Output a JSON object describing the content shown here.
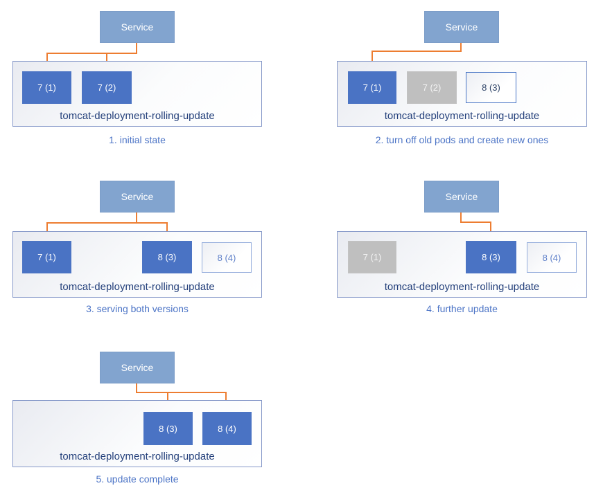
{
  "diagram": {
    "title": "tomcat deployment rolling update stages",
    "service_label": "Service",
    "deployment_label": "tomcat-deployment-rolling-update",
    "colors": {
      "service_fill": "#82A4CF",
      "pod_active_fill": "#4A73C4",
      "pod_off_fill": "#BFBFBF",
      "pod_new_border_strong": "#4472C4",
      "pod_new_border_light": "#92ABDB",
      "arrow": "#ED7D31",
      "deployment_border": "#8497C8",
      "deployment_label_text": "#24407B",
      "caption_text": "#4C74C6"
    },
    "panels": [
      {
        "caption": "1. initial state",
        "pods": [
          {
            "label": "7 (1)",
            "state": "active"
          },
          {
            "label": "7 (2)",
            "state": "active"
          }
        ]
      },
      {
        "caption": "2. turn off old pods and create new ones",
        "pods": [
          {
            "label": "7 (1)",
            "state": "active"
          },
          {
            "label": "7 (2)",
            "state": "off"
          },
          {
            "label": "8 (3)",
            "state": "new-strong"
          }
        ]
      },
      {
        "caption": "3. serving both versions",
        "pods": [
          {
            "label": "7 (1)",
            "state": "active"
          },
          {
            "label": "8 (3)",
            "state": "active"
          },
          {
            "label": "8 (4)",
            "state": "new-light"
          }
        ]
      },
      {
        "caption": "4. further update",
        "pods": [
          {
            "label": "7 (1)",
            "state": "off"
          },
          {
            "label": "8 (3)",
            "state": "active"
          },
          {
            "label": "8 (4)",
            "state": "new-light"
          }
        ]
      },
      {
        "caption": "5. update complete",
        "pods": [
          {
            "label": "8 (3)",
            "state": "active"
          },
          {
            "label": "8 (4)",
            "state": "active"
          }
        ]
      }
    ]
  }
}
